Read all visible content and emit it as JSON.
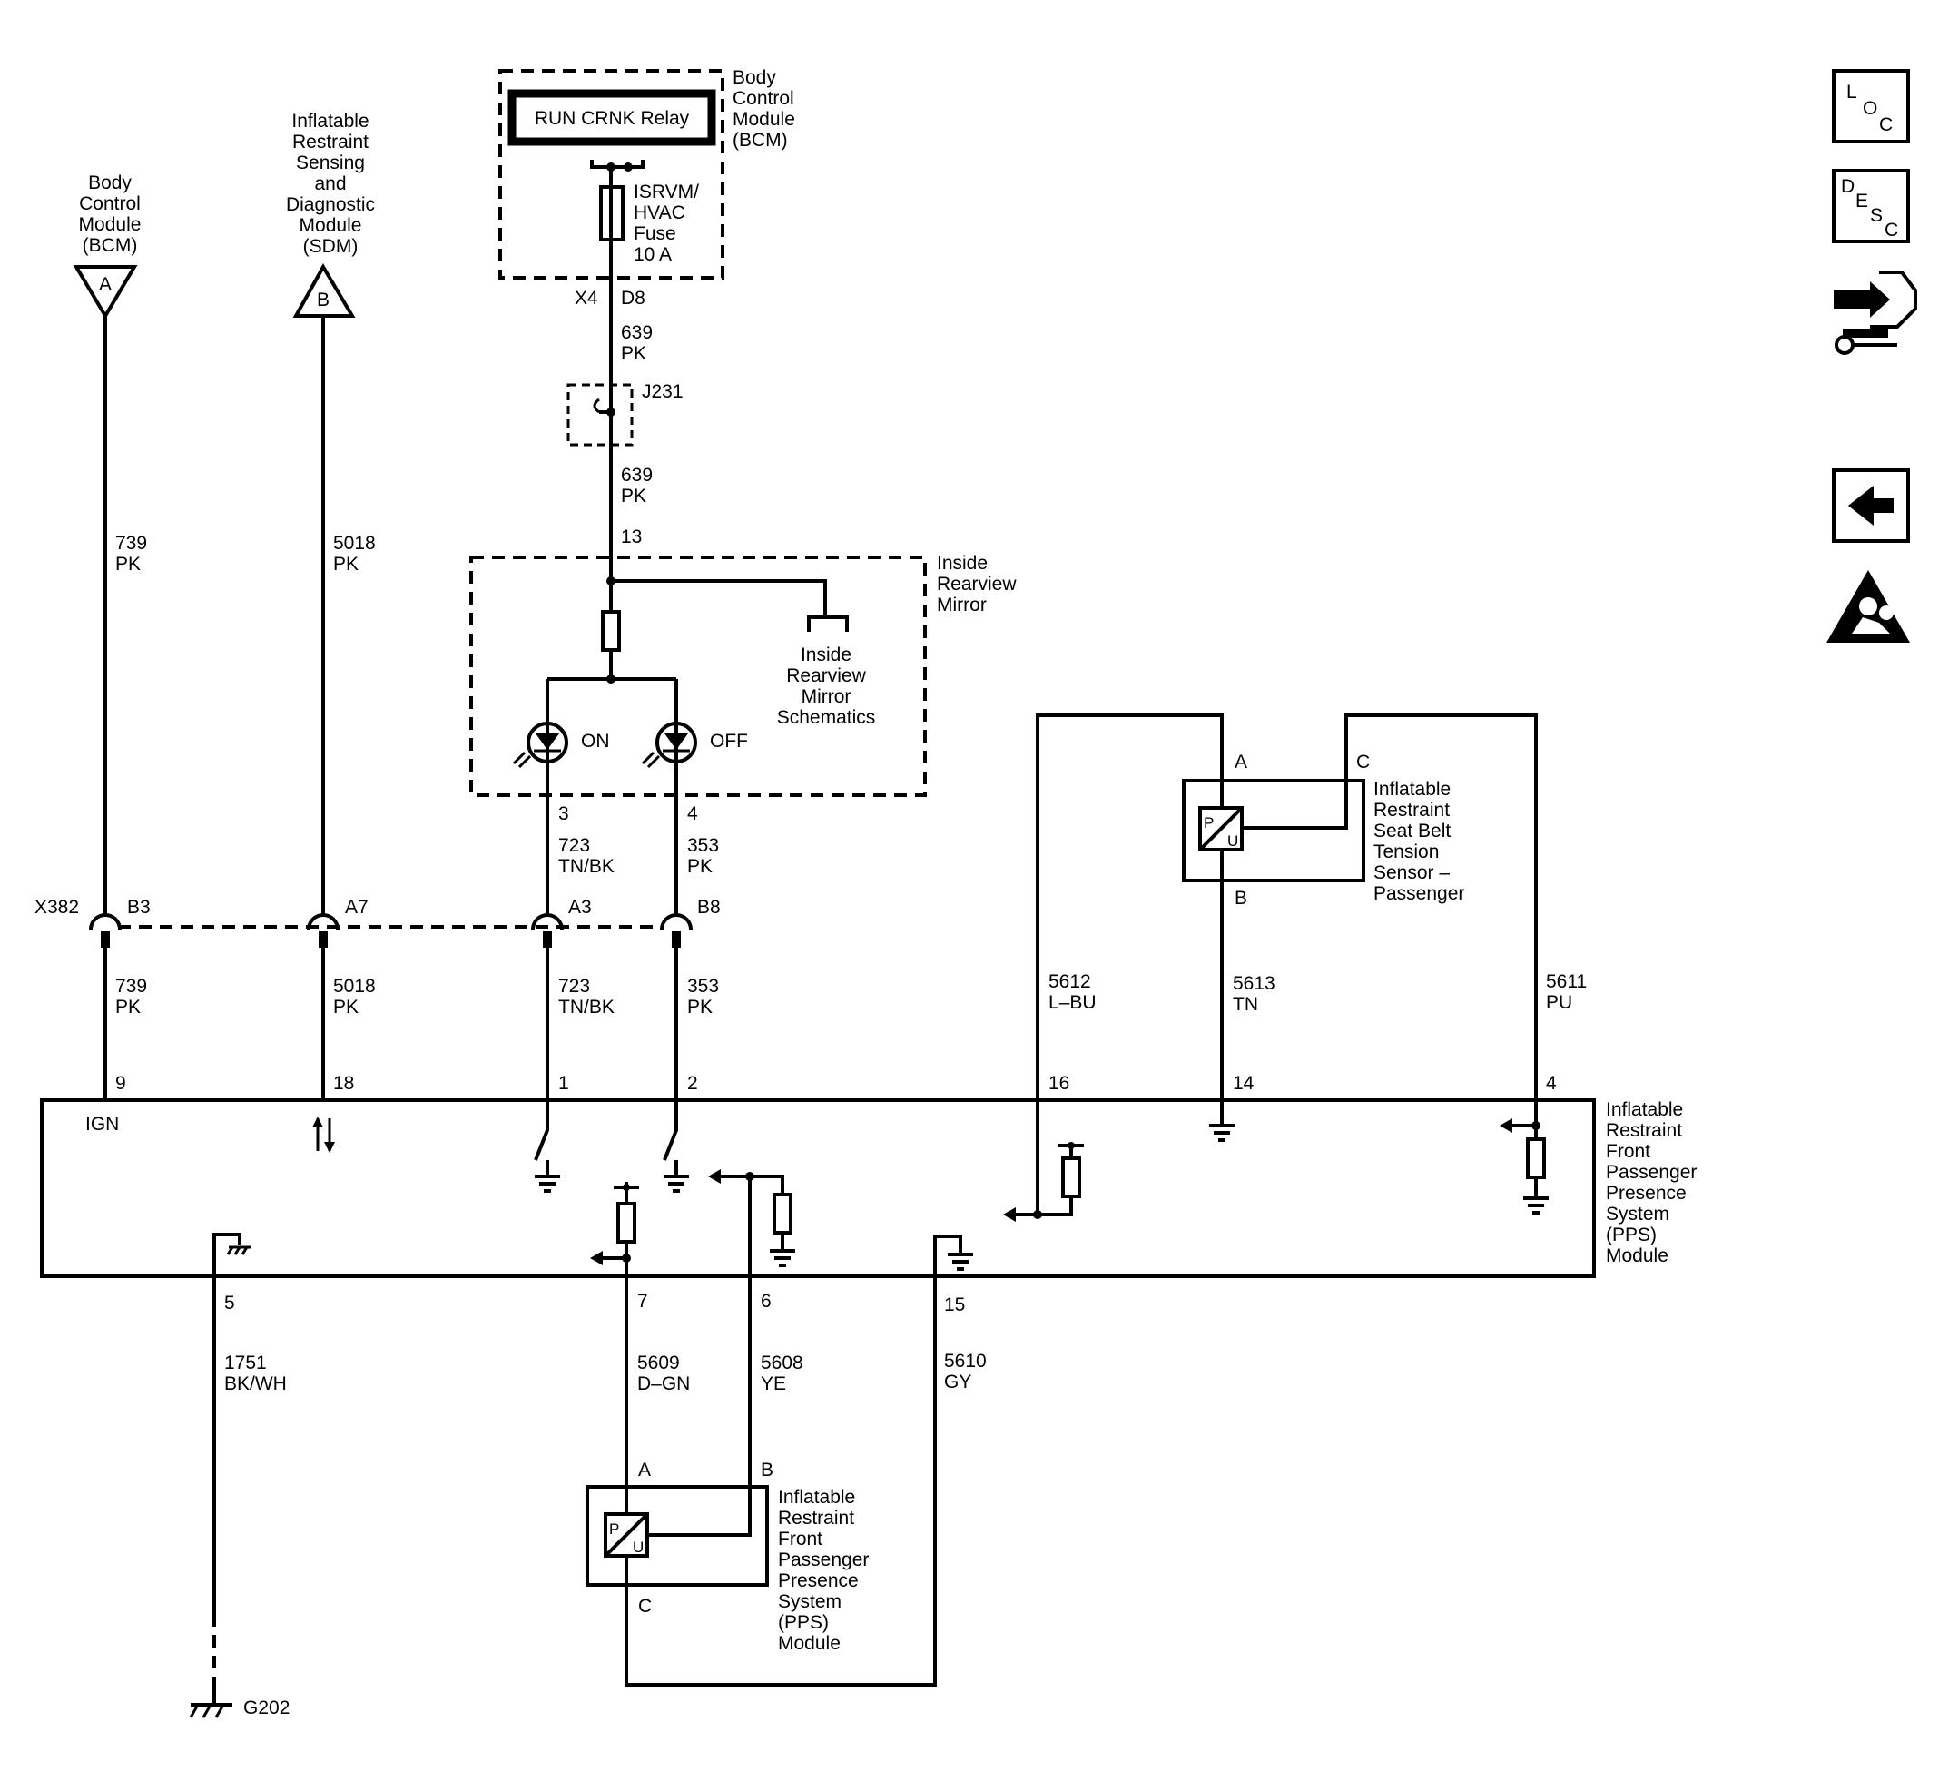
{
  "components": {
    "bcm_top": [
      "Body",
      "Control",
      "Module",
      "(BCM)"
    ],
    "relay": "RUN CRNK Relay",
    "fuse": [
      "ISRVM/",
      "HVAC",
      "Fuse",
      "10 A"
    ],
    "bcm_left": [
      "Body",
      "Control",
      "Module",
      "(BCM)"
    ],
    "sdm": [
      "Inflatable",
      "Restraint",
      "Sensing",
      "and",
      "Diagnostic",
      "Module",
      "(SDM)"
    ],
    "mirror": [
      "Inside",
      "Rearview",
      "Mirror"
    ],
    "mirror_schematics": [
      "Inside",
      "Rearview",
      "Mirror",
      "Schematics"
    ],
    "seat_belt_sensor": [
      "Inflatable",
      "Restraint",
      "Seat Belt",
      "Tension",
      "Sensor –",
      "Passenger"
    ],
    "pps_module": [
      "Inflatable",
      "Restraint",
      "Front",
      "Passenger",
      "Presence",
      "System",
      "(PPS)",
      "Module"
    ],
    "pps_sensor": [
      "Inflatable",
      "Restraint",
      "Front",
      "Passenger",
      "Presence",
      "System",
      "(PPS)",
      "Module"
    ]
  },
  "offpage": {
    "a": "A",
    "b": "B"
  },
  "connectors": {
    "x4": "X4",
    "d8": "D8",
    "j231": "J231",
    "x382": "X382",
    "b3": "B3",
    "a7": "A7",
    "a3": "A3",
    "b8": "B8",
    "g202": "G202"
  },
  "wires": {
    "w639a": [
      "639",
      "PK"
    ],
    "w639b": [
      "639",
      "PK"
    ],
    "w739a": [
      "739",
      "PK"
    ],
    "w5018a": [
      "5018",
      "PK"
    ],
    "w723a": [
      "723",
      "TN/BK"
    ],
    "w353a": [
      "353",
      "PK"
    ],
    "w739b": [
      "739",
      "PK"
    ],
    "w5018b": [
      "5018",
      "PK"
    ],
    "w723b": [
      "723",
      "TN/BK"
    ],
    "w353b": [
      "353",
      "PK"
    ],
    "w5612": [
      "5612",
      "L–BU"
    ],
    "w5613": [
      "5613",
      "TN"
    ],
    "w5611": [
      "5611",
      "PU"
    ],
    "w1751": [
      "1751",
      "BK/WH"
    ],
    "w5609": [
      "5609",
      "D–GN"
    ],
    "w5608": [
      "5608",
      "YE"
    ],
    "w5610": [
      "5610",
      "GY"
    ]
  },
  "pins": {
    "p13": "13",
    "p3": "3",
    "p4": "4",
    "p9": "9",
    "p18": "18",
    "p1": "1",
    "p2": "2",
    "p16": "16",
    "p14": "14",
    "p4b": "4",
    "p5": "5",
    "p7": "7",
    "p6": "6",
    "p15": "15",
    "sb_a": "A",
    "sb_b": "B",
    "sb_c": "C",
    "pps_a": "A",
    "pps_b": "B",
    "pps_c": "C"
  },
  "labels": {
    "on": "ON",
    "off": "OFF",
    "ign": "IGN",
    "pu_p": "P",
    "pu_u": "U"
  },
  "nav": {
    "loc": [
      "L",
      "O",
      "C"
    ],
    "desc": [
      "D",
      "E",
      "S",
      "C"
    ]
  }
}
